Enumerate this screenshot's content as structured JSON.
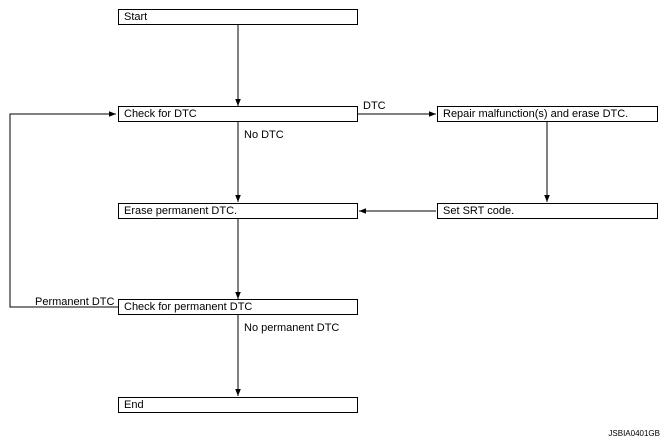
{
  "diagram": {
    "steps": {
      "start": "Start",
      "check_dtc": "Check for DTC",
      "repair": "Repair malfunction(s) and erase DTC.",
      "erase_permanent": "Erase permanent DTC.",
      "set_srt": "Set SRT code.",
      "check_permanent": "Check for permanent DTC",
      "end": "End"
    },
    "branches": {
      "dtc": "DTC",
      "no_dtc": "No DTC",
      "permanent_dtc": "Permanent DTC",
      "no_permanent_dtc": "No permanent DTC"
    },
    "figure_code": "JSBIA0401GB"
  }
}
